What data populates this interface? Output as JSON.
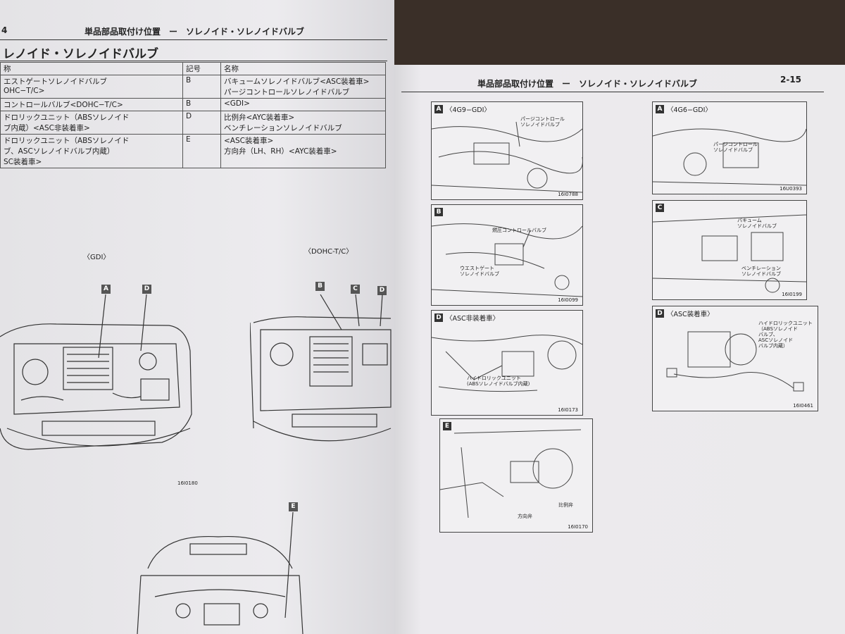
{
  "left_page": {
    "page_number": "4",
    "header": "単品部品取付け位置　ー　ソレノイド・ソレノイドバルブ",
    "section_title": "レノイド・ソレノイドバルブ",
    "table": {
      "headers": [
        "称",
        "記号",
        "名称"
      ],
      "rows": [
        {
          "left": "エストゲートソレノイドバルブ\nOHC−T/C>",
          "code": "B",
          "right": "バキュームソレノイドバルブ<ASC装着車>\nパージコントロールソレノイドバルブ"
        },
        {
          "left": "コントロールバルブ<DOHC−T/C>",
          "code": "B",
          "right": "<GDI>"
        },
        {
          "left": "ドロリックユニット（ABSソレノイド\nブ内蔵）<ASC非装着車>",
          "code": "D",
          "right": "比例弁<AYC装着車>\nベンチレーションソレノイドバルブ"
        },
        {
          "left": "ドロリックユニット（ABSソレノイド\nブ、ASCソレノイドバルブ内蔵）\nSC装着車>",
          "code": "E",
          "right": "<ASC装着車>\n方向弁（LH、RH）<AYC装着車>"
        }
      ]
    },
    "diagram1": {
      "label": "〈GDI〉",
      "callouts": [
        "A",
        "D"
      ],
      "fig_no": "16I0180"
    },
    "diagram2": {
      "label": "〈DOHC-T/C〉",
      "callouts": [
        "B",
        "C",
        "D"
      ]
    },
    "diagram3": {
      "callouts": [
        "E"
      ]
    }
  },
  "right_page": {
    "header": "単品部品取付け位置　ー　ソレノイド・ソレノイドバルブ",
    "page_number": "2-15",
    "panels": [
      {
        "tag": "A",
        "subtitle": "〈4G9−GDI〉",
        "callouts": [
          "パージコントロール\nソレノイドバルブ"
        ],
        "fig_no": "16I0788"
      },
      {
        "tag": "B",
        "subtitle": "",
        "callouts": [
          "燃圧コントロールバルブ",
          "ウエストゲート\nソレノイドバルブ"
        ],
        "fig_no": "16I0099"
      },
      {
        "tag": "D",
        "subtitle": "〈ASC非装着車〉",
        "callouts": [
          "ハイドロリックユニット\n(ABSソレノイドバルブ内蔵)"
        ],
        "fig_no": "16I0173"
      },
      {
        "tag": "E",
        "subtitle": "",
        "callouts": [
          "方向弁",
          "比例弁"
        ],
        "fig_no": "16I0170"
      },
      {
        "tag": "A",
        "subtitle": "〈4G6−GDI〉",
        "callouts": [
          "パージコントロール\nソレノイドバルブ"
        ],
        "fig_no": "16U0393"
      },
      {
        "tag": "C",
        "subtitle": "",
        "callouts": [
          "バキューム\nソレノイドバルブ",
          "ベンチレーション\nソレノイドバルブ"
        ],
        "fig_no": "16I0199"
      },
      {
        "tag": "D",
        "subtitle": "〈ASC装着車〉",
        "callouts": [
          "ハイドロリックユニット\n（ABSソレノイド\nバルブ、\nASCソレノイド\nバルブ内蔵）"
        ],
        "fig_no": "16I0461"
      }
    ]
  }
}
